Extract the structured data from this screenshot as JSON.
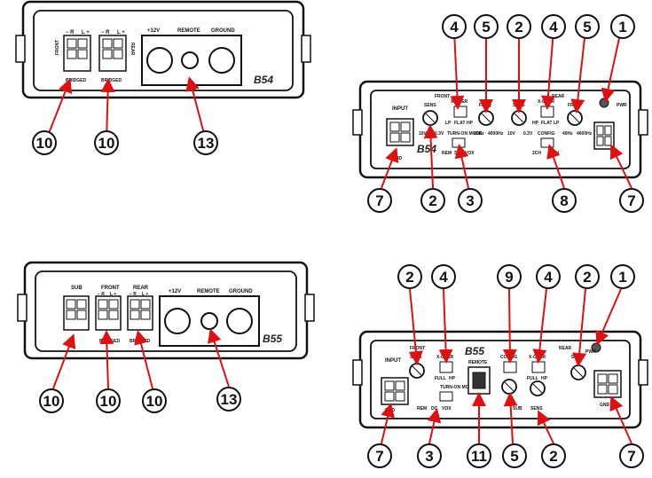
{
  "panels": {
    "b54_front": {
      "brand": "B54",
      "front_label": "FRONT",
      "rear_label": "REAR",
      "minus_r": "− R",
      "l_plus": "L +",
      "power_12v": "+12V",
      "remote": "REMOTE",
      "ground": "GROUND",
      "bridged": "BRIDGED"
    },
    "b54_rear": {
      "brand": "B54",
      "input": "INPUT",
      "front": "FRONT",
      "rear": "REAR",
      "sens": "SENS",
      "xover": "X-OVER",
      "freq": "FREQ",
      "config": "CONFIG",
      "turn_on_mode": "TURN-ON MODE",
      "gnd": "GND",
      "pwr": "PWR",
      "lp_flat_hp": [
        "LP",
        "FLAT",
        "HP"
      ],
      "rem_sig_vox": [
        "REM",
        "SIG",
        "VOX"
      ],
      "sens_range": [
        "10V",
        "0.3V"
      ],
      "freq_range": [
        "40Hz",
        "4000Hz"
      ],
      "ch": [
        "2CH",
        "4CH"
      ]
    },
    "b55_front": {
      "brand": "B55",
      "sub": "SUB",
      "front": "FRONT",
      "rear": "REAR",
      "minus_r": "− R",
      "l_plus": "L +",
      "power_12v": "+12V",
      "remote": "REMOTE",
      "ground": "GROUND",
      "bridged": "BRIDGED"
    },
    "b55_rear": {
      "brand": "B55",
      "input": "INPUT",
      "front": "FRONT",
      "rear": "REAR",
      "remote": "REMOTE",
      "sens": "SENS",
      "xover": "X-OVER",
      "config": "CONFIG",
      "sub": "SUB",
      "turn_on_mode": "TURN-ON MODE",
      "gnd": "GND",
      "pwr": "PWR",
      "full_hp": [
        "FULL",
        "HP"
      ],
      "rem_dc_vox": [
        "REM",
        "DC",
        "VOX"
      ]
    }
  },
  "callouts": {
    "b54_front": [
      "10",
      "10",
      "13"
    ],
    "b54_rear_top": [
      "4",
      "5",
      "2",
      "4",
      "5",
      "1"
    ],
    "b54_rear_bottom": [
      "7",
      "2",
      "3",
      "8",
      "7"
    ],
    "b55_front": [
      "10",
      "10",
      "10",
      "13"
    ],
    "b55_rear_top": [
      "2",
      "4",
      "9",
      "4",
      "2",
      "1"
    ],
    "b55_rear_bottom": [
      "7",
      "3",
      "11",
      "5",
      "2",
      "7"
    ]
  }
}
